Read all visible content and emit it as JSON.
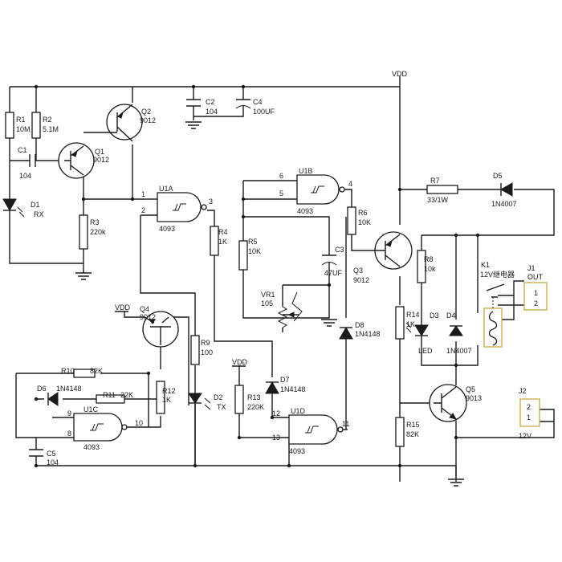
{
  "supply": {
    "vdd": "VDD"
  },
  "resistors": {
    "R1": {
      "ref": "R1",
      "value": "10M"
    },
    "R2": {
      "ref": "R2",
      "value": "5.1M"
    },
    "R3": {
      "ref": "R3",
      "value": "220k"
    },
    "R4": {
      "ref": "R4",
      "value": "1K"
    },
    "R5": {
      "ref": "R5",
      "value": "10K"
    },
    "R6": {
      "ref": "R6",
      "value": "10K"
    },
    "R7": {
      "ref": "R7",
      "value": "33/1W"
    },
    "R8": {
      "ref": "R8",
      "value": "10k"
    },
    "R9": {
      "ref": "R9",
      "value": "100"
    },
    "R10": {
      "ref": "R10",
      "value": "82K"
    },
    "R11": {
      "ref": "R11",
      "value": "22K"
    },
    "R12": {
      "ref": "R12",
      "value": "1K"
    },
    "R13": {
      "ref": "R13",
      "value": "220K"
    },
    "R14": {
      "ref": "R14",
      "value": "1K"
    },
    "R15": {
      "ref": "R15",
      "value": "82K"
    },
    "VR1": {
      "ref": "VR1",
      "value": "105"
    }
  },
  "capacitors": {
    "C1": {
      "ref": "C1",
      "value": "104"
    },
    "C2": {
      "ref": "C2",
      "value": "104"
    },
    "C3": {
      "ref": "C3",
      "value": "47UF"
    },
    "C4": {
      "ref": "C4",
      "value": "100UF"
    },
    "C5": {
      "ref": "C5",
      "value": "104"
    }
  },
  "transistors": {
    "Q1": {
      "ref": "Q1",
      "value": "9012"
    },
    "Q2": {
      "ref": "Q2",
      "value": "9012"
    },
    "Q3": {
      "ref": "Q3",
      "value": "9012"
    },
    "Q4": {
      "ref": "Q4",
      "value": "9012"
    },
    "Q5": {
      "ref": "Q5",
      "value": "9013"
    }
  },
  "diodes": {
    "D1": {
      "ref": "D1",
      "value": "RX"
    },
    "D2": {
      "ref": "D2",
      "value": "TX"
    },
    "D3": {
      "ref": "D3",
      "value": "LED"
    },
    "D4": {
      "ref": "D4",
      "value": "1N4007"
    },
    "D5": {
      "ref": "D5",
      "value": "1N4007"
    },
    "D6": {
      "ref": "D6",
      "value": "1N4148"
    },
    "D7": {
      "ref": "D7",
      "value": "1N4148"
    },
    "D8": {
      "ref": "D8",
      "value": "1N4148"
    }
  },
  "gates": {
    "U1A": {
      "ref": "U1A",
      "part": "4093",
      "pins": [
        "1",
        "2",
        "3"
      ]
    },
    "U1B": {
      "ref": "U1B",
      "part": "4093",
      "pins": [
        "6",
        "5",
        "4"
      ]
    },
    "U1C": {
      "ref": "U1C",
      "part": "4093",
      "pins": [
        "9",
        "8",
        "10"
      ]
    },
    "U1D": {
      "ref": "U1D",
      "part": "4093",
      "pins": [
        "12",
        "13",
        "11"
      ]
    }
  },
  "relay": {
    "ref": "K1",
    "value": "12V继电器"
  },
  "connectors": {
    "J1": {
      "ref": "J1",
      "label": "OUT",
      "pins": [
        "1",
        "2"
      ]
    },
    "J2": {
      "ref": "J2",
      "label": "12V",
      "pins": [
        "2",
        "1"
      ]
    }
  }
}
